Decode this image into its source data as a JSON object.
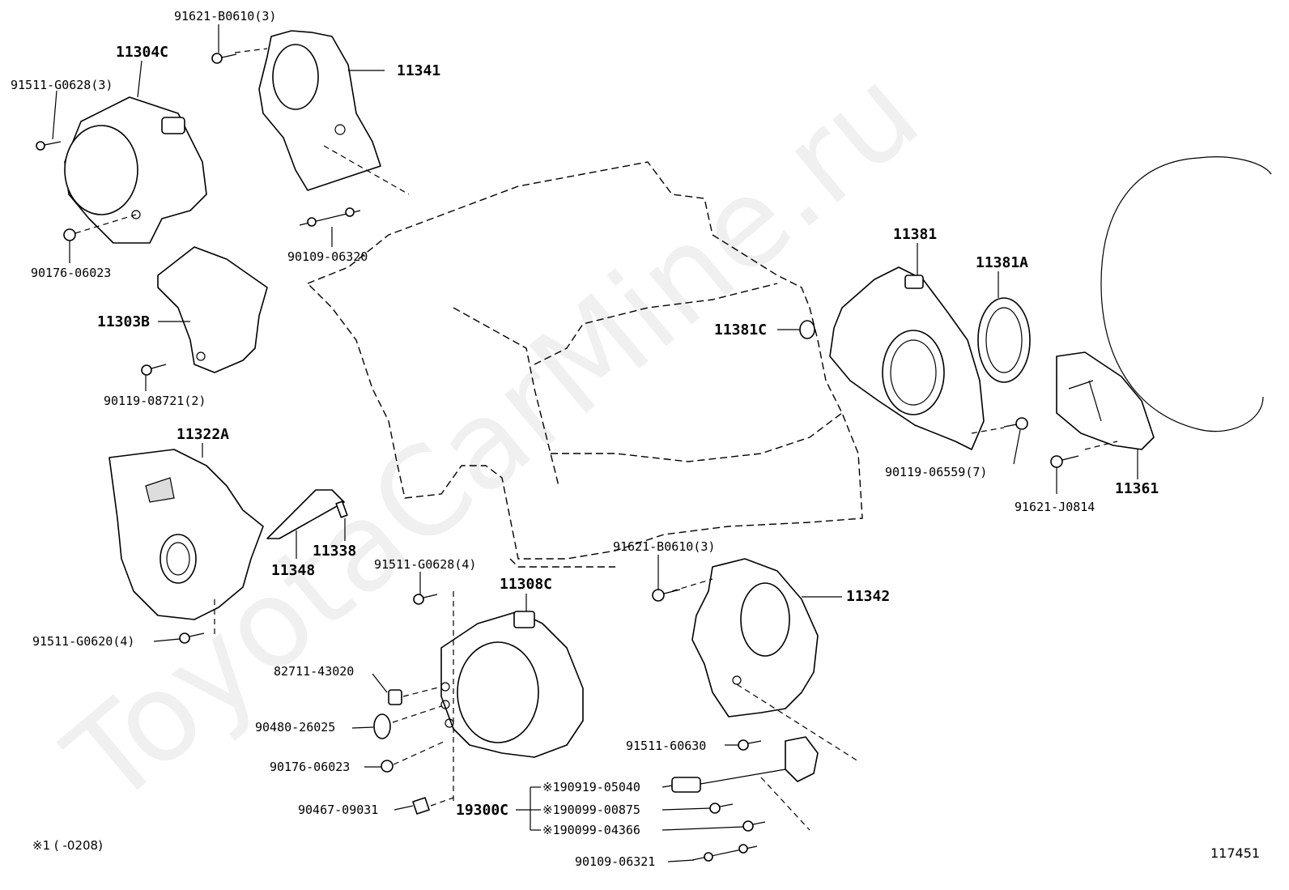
{
  "watermark": "ToyotaCarMine.ru",
  "diagram_id": "117451",
  "footnote": "※1 (      -0208)",
  "labels": {
    "p91621_B0610_top": "91621-B0610(3)",
    "p11304C": "11304C",
    "p11341": "11341",
    "p91511_G0628_3": "91511-G0628(3)",
    "p90109_06320": "90109-06320",
    "p90176_06023_a": "90176-06023",
    "p11303B": "11303B",
    "p90119_08721": "90119-08721(2)",
    "p11322A": "11322A",
    "p11338": "11338",
    "p11348": "11348",
    "p91511_G0620": "91511-G0620(4)",
    "p91511_G0628_4": "91511-G0628(4)",
    "p11308C": "11308C",
    "p82711_43020": "82711-43020",
    "p90480_26025": "90480-26025",
    "p90176_06023_b": "90176-06023",
    "p90467_09031": "90467-09031",
    "p19300C": "19300C",
    "p190919_05040": "※190919-05040",
    "p190099_00875": "※190099-00875",
    "p190099_04366": "※190099-04366",
    "p90109_06321": "90109-06321",
    "p91511_60630": "91511-60630",
    "p91621_B0610_mid": "91621-B0610(3)",
    "p11342": "11342",
    "p11381": "11381",
    "p11381A": "11381A",
    "p11381C": "11381C",
    "p90119_06559": "90119-06559(7)",
    "p11361": "11361",
    "p91621_J0814": "91621-J0814"
  }
}
